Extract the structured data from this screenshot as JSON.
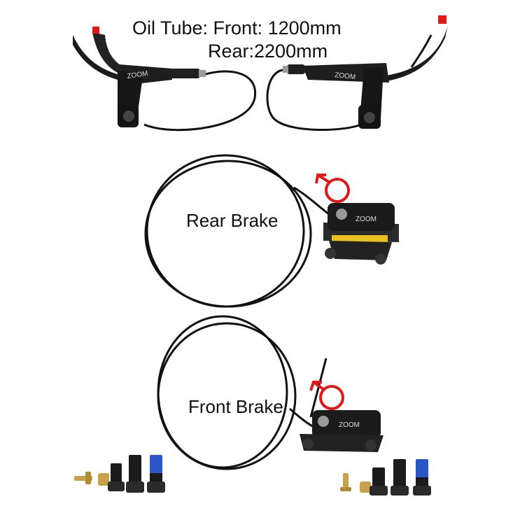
{
  "oil_tube": {
    "front_line": "Oil Tube: Front: 1200mm",
    "rear_line": "Rear:2200mm"
  },
  "rear_brake": {
    "label": "Rear Brake"
  },
  "front_brake": {
    "label": "Front Brake"
  },
  "lever_brand": "ZOOM",
  "caliper_brand": "ZOOM",
  "colors": {
    "hose": "#111111",
    "body": "#1b1b1b",
    "accent_red": "#e01818",
    "pad_yellow": "#e8c020",
    "bolt_blue": "#2a56c8",
    "brass": "#c8a24a"
  },
  "icons": [
    "male-symbol-icon",
    "male-symbol-icon"
  ]
}
